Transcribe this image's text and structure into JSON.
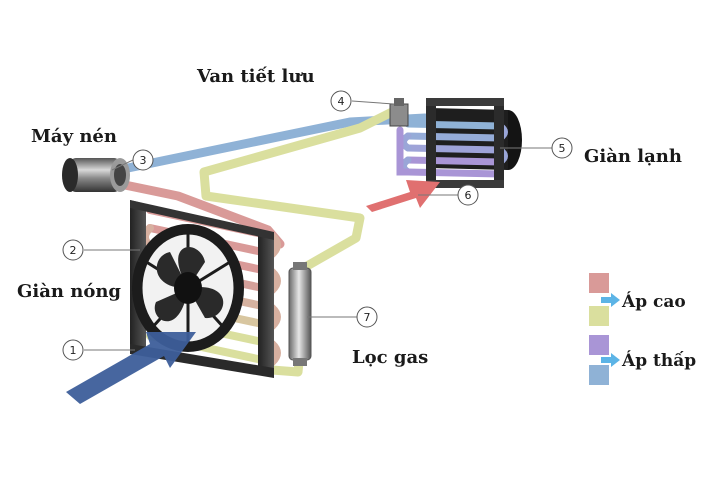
{
  "labels": {
    "expansion_valve": "Van tiết lưu",
    "compressor": "Máy nén",
    "evaporator": "Giàn lạnh",
    "condenser": "Giàn nóng",
    "filter": "Lọc gas"
  },
  "callouts": [
    "1",
    "2",
    "3",
    "4",
    "5",
    "6",
    "7"
  ],
  "legend": {
    "high_pressure": "Áp cao",
    "low_pressure": "Áp thấp"
  },
  "colors": {
    "high_pressure_gas": "#d99a98",
    "high_pressure_liquid": "#dadf9e",
    "low_pressure_liquid": "#a995d6",
    "low_pressure_gas": "#8fb2d6",
    "cool_air": "#3d5e9a",
    "warm_air": "#e07070"
  }
}
